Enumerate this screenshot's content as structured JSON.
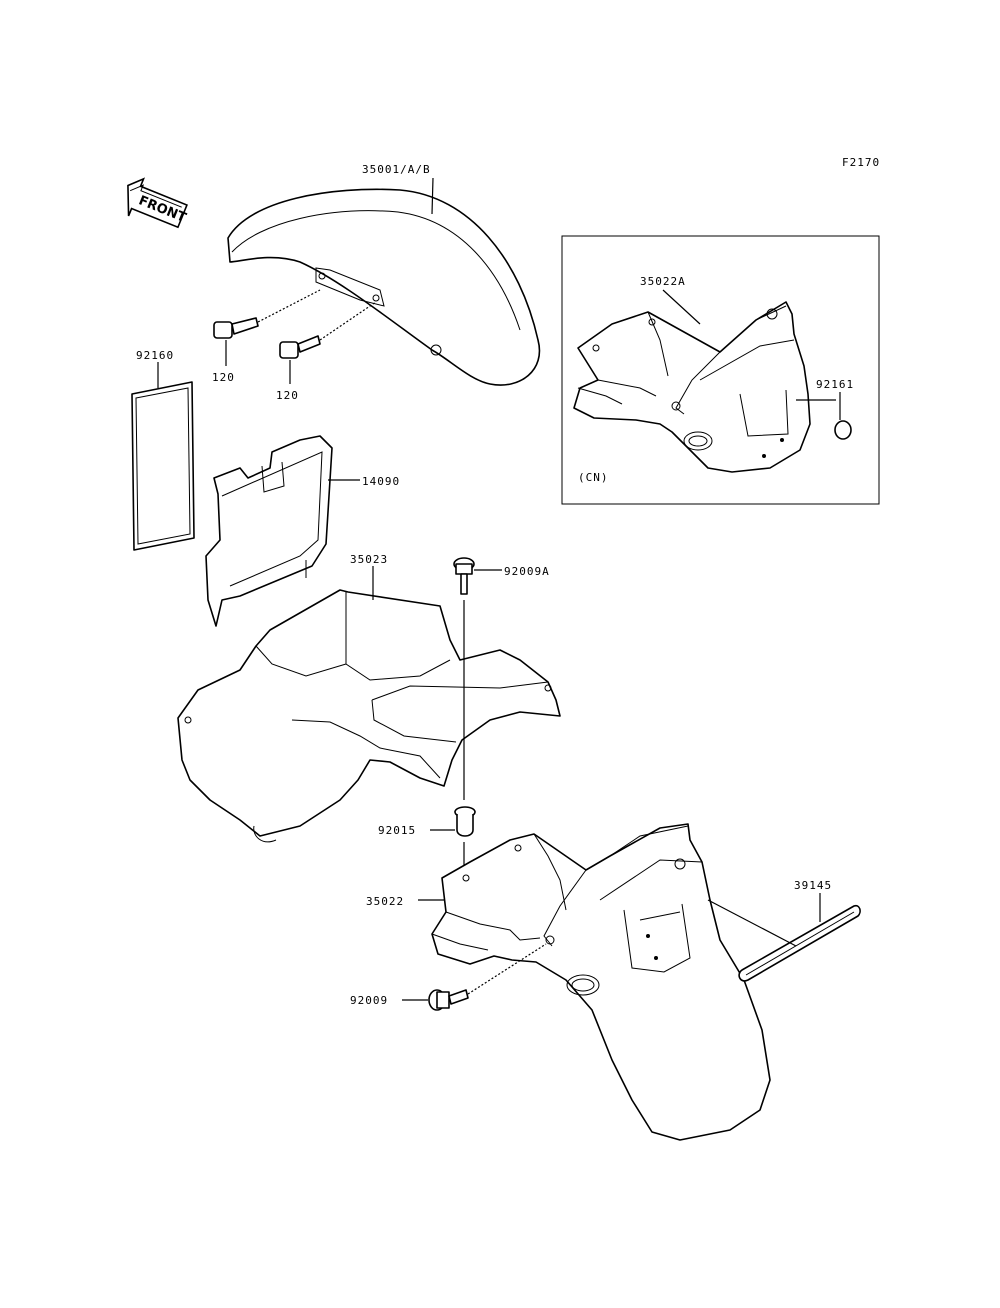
{
  "figure_code": "F2170",
  "front_label": "FRONT",
  "inset_note": "(CN)",
  "parts": {
    "front_fender": "35001/A/B",
    "bolt_left": "120",
    "bolt_right": "120",
    "pad": "92160",
    "cover": "14090",
    "inner_fender": "35023",
    "screw_top": "92009A",
    "grommet": "92015",
    "rear_fender": "35022",
    "screw_bottom": "92009",
    "trim_strip": "39145",
    "inset_fender": "35022A",
    "inset_plug": "92161"
  }
}
